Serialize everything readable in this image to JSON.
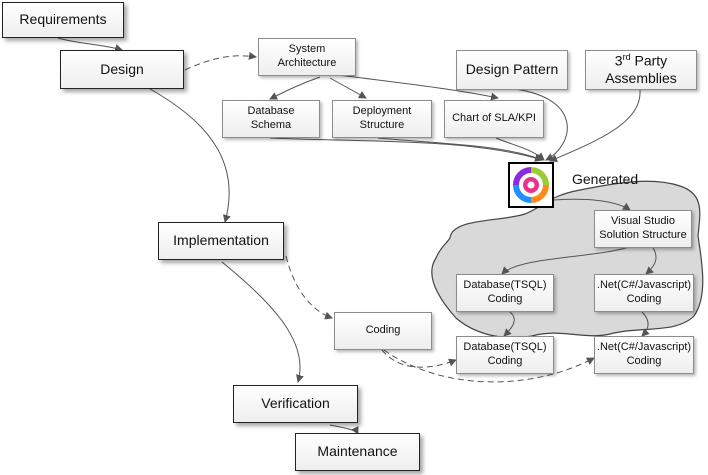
{
  "phases": {
    "requirements": "Requirements",
    "design": "Design",
    "implementation": "Implementation",
    "verification": "Verification",
    "maintenance": "Maintenance"
  },
  "artifacts": {
    "system_architecture": "System\nArchitecture",
    "database_schema": "Database\nSchema",
    "deployment_structure": "Deployment\nStructure",
    "chart_sla_kpi": "Chart of SLA/KPI",
    "design_pattern": "Design Pattern",
    "third_party": {
      "num": "3",
      "sup": "rd",
      "rest": " Party\nAssemblies"
    },
    "generated": "Generated",
    "vs_solution": "Visual Studio\nSolution Structure",
    "db_coding_top": "Database(TSQL)\nCoding",
    "net_coding_top": ".Net(C#/Javascript)\nCoding",
    "coding": "Coding",
    "db_coding_bottom": "Database(TSQL)\nCoding",
    "net_coding_bottom": ".Net(C#/Javascript)\nCoding"
  },
  "colors": {
    "line": "#555555",
    "cloud_fill": "#d9d9d9",
    "cloud_stroke": "#444444",
    "icon_frame": "#000000"
  },
  "icons": {
    "generator": "colorful-cycle-icon"
  }
}
